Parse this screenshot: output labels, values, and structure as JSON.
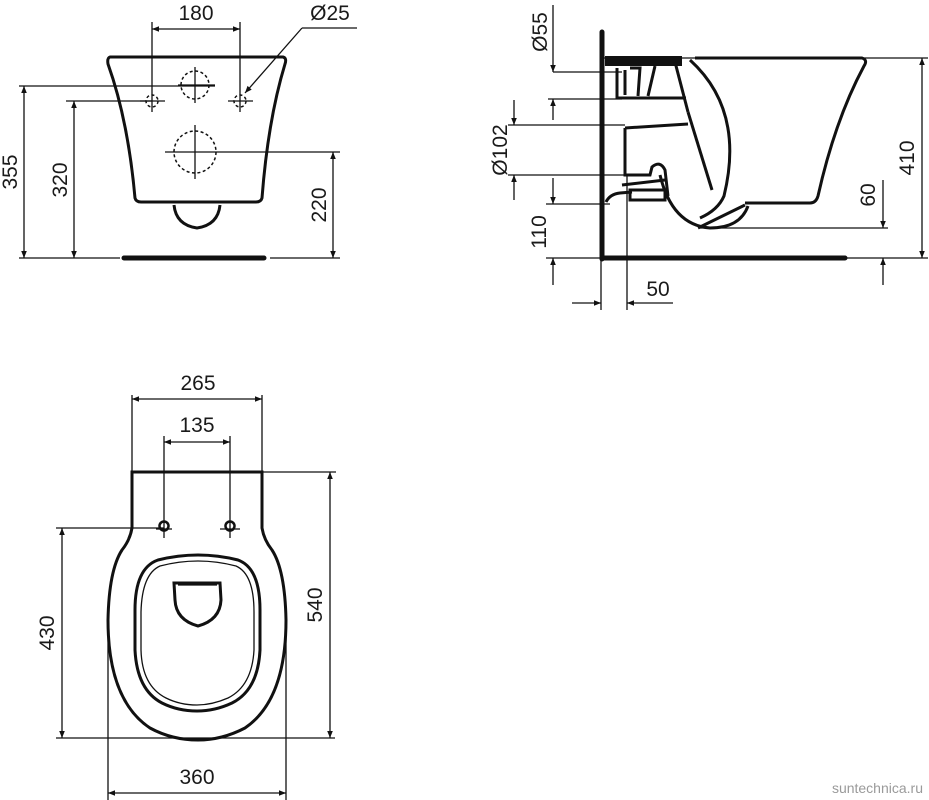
{
  "drawing": {
    "subject": "Wall-hung toilet dimensional drawing",
    "units": "mm",
    "front_view": {
      "dimensions": {
        "fixing_hole_spacing": "180",
        "fixing_hole_diameter": "Ø25",
        "inlet_height": "355",
        "fixing_height": "320",
        "outlet_height": "220"
      }
    },
    "side_view": {
      "dimensions": {
        "inlet_diameter": "Ø55",
        "outlet_diameter": "Ø102",
        "outlet_to_floor_line": "110",
        "wall_offset": "50",
        "bowl_bottom_clearance": "60",
        "total_height": "410"
      }
    },
    "top_view": {
      "dimensions": {
        "back_width": "265",
        "seat_hinge_spacing": "135",
        "hinge_to_front": "430",
        "total_length": "540",
        "total_width": "360"
      }
    }
  },
  "watermark": "suntechnica.ru",
  "colors": {
    "line": "#111111",
    "background": "#ffffff",
    "watermark": "#9a9a9a"
  }
}
